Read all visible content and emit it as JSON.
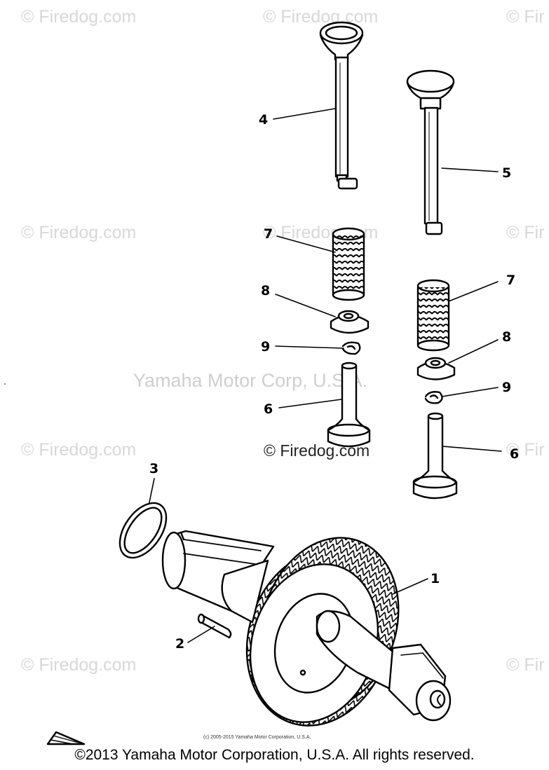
{
  "watermarks": {
    "site": "© Firedog.com",
    "site_cut": "© Fir",
    "corp": "Yamaha Motor Corp, U.S.A.",
    "site_dark": "© Firedog.com"
  },
  "callouts": {
    "c1": "1",
    "c2": "2",
    "c3": "3",
    "c4": "4",
    "c5": "5",
    "c6a": "6",
    "c6b": "6",
    "c7a": "7",
    "c7b": "7",
    "c8a": "8",
    "c8b": "8",
    "c9a": "9",
    "c9b": "9"
  },
  "small_copyright": "(c) 2005-2015 Yamaha Motor Corporation, U.S.A.",
  "footer": "©2013 Yamaha Motor Corporation, U.S.A. All rights reserved."
}
